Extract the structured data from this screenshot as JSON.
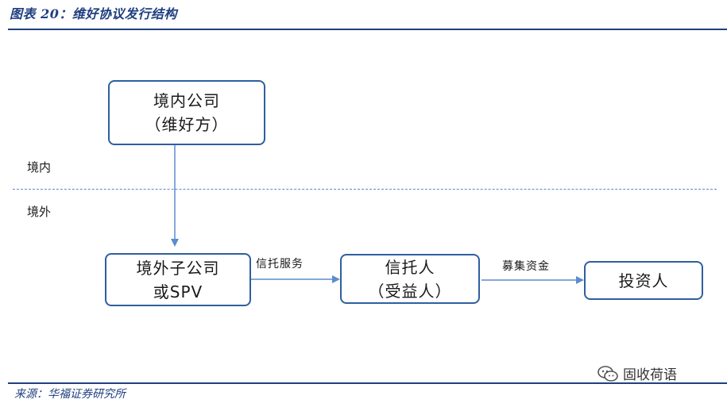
{
  "title": "图表 20：维好协议发行结构",
  "regions": {
    "domestic": "境内",
    "overseas": "境外"
  },
  "nodes": {
    "domestic_company": {
      "line1": "境内公司",
      "line2": "（维好方）"
    },
    "overseas_subsidiary": {
      "line1": "境外子公司",
      "line2": "或SPV"
    },
    "trustee": {
      "line1": "信托人",
      "line2": "（受益人）"
    },
    "investors": {
      "line1": "投资人"
    }
  },
  "edges": {
    "trust_service": "信托服务",
    "fundraising": "募集资金"
  },
  "source": "来源：华福证券研究所",
  "watermark": "固收荷语",
  "colors": {
    "accent": "#1f3f80",
    "box_border": "#2e5f9f",
    "arrow": "#5b8ccf"
  }
}
